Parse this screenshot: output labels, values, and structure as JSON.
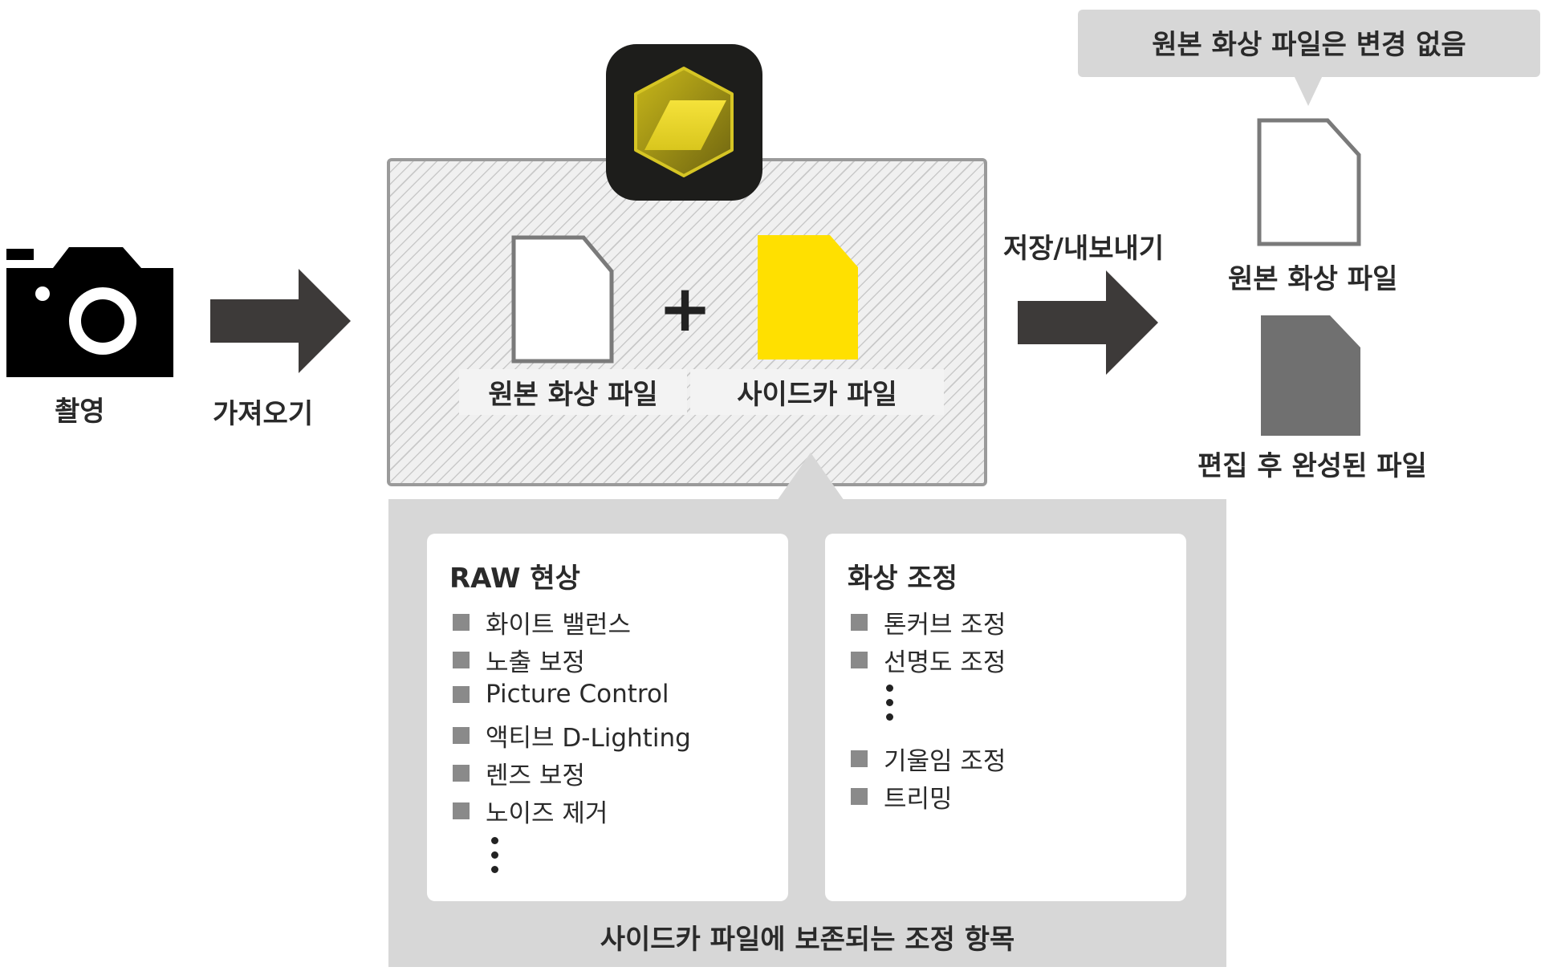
{
  "capture": {
    "label": "촬영"
  },
  "import_step": {
    "label": "가져오기"
  },
  "workspace": {
    "original_file_label": "원본 화상 파일",
    "plus_symbol": "+",
    "sidecar_file_label": "사이드카 파일"
  },
  "export_step": {
    "label": "저장/내보내기"
  },
  "output": {
    "note": "원본 화상 파일은 변경 없음",
    "original_file_label": "원본 화상 파일",
    "edited_file_label": "편집 후 완성된 파일"
  },
  "sidecar_panel": {
    "caption": "사이드카 파일에 보존되는 조정 항목",
    "raw_group": {
      "title": "RAW 현상",
      "items": [
        "화이트 밸런스",
        "노출 보정",
        "Picture Control",
        "액티브 D-Lighting",
        "렌즈 보정",
        "노이즈 제거"
      ]
    },
    "image_group": {
      "title": "화상 조정",
      "items_top": [
        "톤커브 조정",
        "선명도 조정"
      ],
      "items_bottom": [
        "기울임 조정",
        "트리밍"
      ]
    }
  },
  "colors": {
    "sidecar_file": "#ffe000",
    "edited_file": "#707070",
    "arrow": "#3d3a39",
    "panel": "#d7d7d7",
    "app_icon_bg": "#1d1d1b",
    "app_icon_accent": "#d4c21a"
  },
  "icons": [
    "camera-icon",
    "app-icon",
    "document-icon"
  ]
}
